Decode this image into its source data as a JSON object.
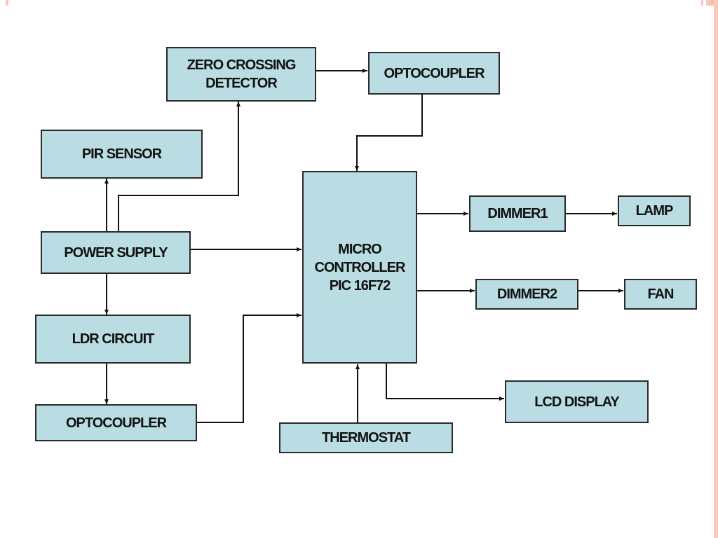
{
  "diagram": {
    "colors": {
      "block_fill": "#b9dde2",
      "block_border": "#2a2a2a",
      "wire": "#111111",
      "accent": "#f9c8b8"
    },
    "blocks": {
      "zero_crossing": "ZERO CROSSING\nDETECTOR",
      "optocoupler_top": "OPTOCOUPLER",
      "pir_sensor": "PIR SENSOR",
      "power_supply": "POWER SUPPLY",
      "ldr_circuit": "LDR CIRCUIT",
      "optocoupler_bottom": "OPTOCOUPLER",
      "microcontroller": "MICRO\nCONTROLLER\nPIC 16F72",
      "dimmer1": "DIMMER1",
      "lamp": "LAMP",
      "dimmer2": "DIMMER2",
      "fan": "FAN",
      "lcd_display": "LCD DISPLAY",
      "thermostat": "THERMOSTAT"
    },
    "connections": [
      {
        "from": "zero_crossing",
        "to": "optocoupler_top"
      },
      {
        "from": "optocoupler_top",
        "to": "microcontroller"
      },
      {
        "from": "power_supply",
        "to": "pir_sensor"
      },
      {
        "from": "power_supply",
        "to": "zero_crossing"
      },
      {
        "from": "power_supply",
        "to": "microcontroller"
      },
      {
        "from": "power_supply",
        "to": "ldr_circuit"
      },
      {
        "from": "ldr_circuit",
        "to": "optocoupler_bottom"
      },
      {
        "from": "optocoupler_bottom",
        "to": "microcontroller"
      },
      {
        "from": "microcontroller",
        "to": "dimmer1"
      },
      {
        "from": "dimmer1",
        "to": "lamp"
      },
      {
        "from": "microcontroller",
        "to": "dimmer2"
      },
      {
        "from": "dimmer2",
        "to": "fan"
      },
      {
        "from": "microcontroller",
        "to": "lcd_display"
      },
      {
        "from": "thermostat",
        "to": "microcontroller"
      }
    ]
  }
}
